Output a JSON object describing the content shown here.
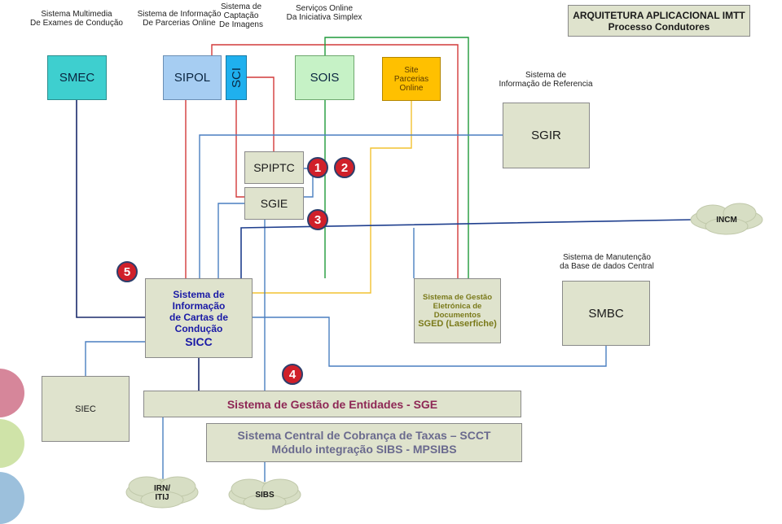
{
  "title": {
    "line1": "ARQUITETURA APLICACIONAL IMTT",
    "line2": "Processo Condutores"
  },
  "header_labels": {
    "multimedia": "Sistema Multimedia\nDe Exames de Condução",
    "parcerias": "Sistema de Informação\nDe Parcerias Online",
    "captacao": "Sistema de\nCaptação\nDe Imagens",
    "servicos": "Serviços Online\nDa Iniciativa Simplex",
    "referencia": "Sistema de\nInformação de Referencia",
    "manutencao": "Sistema de Manutenção\nda Base de dados Central"
  },
  "systems": {
    "smec": "SMEC",
    "sipol": "SIPOL",
    "sci": "SCI",
    "sois": "SOIS",
    "site": "Site\nParcerias\nOnline",
    "sgir": "SGIR",
    "spiptc": "SPIPTC",
    "sgie": "SGIE",
    "incm": "INCM",
    "sicc_line1": "Sistema de Informação",
    "sicc_line2": "de Cartas de Condução",
    "sicc_line3": "SICC",
    "sged_line1": "Sistema de Gestão",
    "sged_line2": "Eletrónica de",
    "sged_line3": "Documentos",
    "sged_line4": "SGED (Laserfiche)",
    "smbc": "SMBC",
    "siec": "SIEC",
    "sge": "Sistema de Gestão de Entidades - SGE",
    "scct_line1": "Sistema Central de Cobrança de Taxas – SCCT",
    "scct_line2": "Módulo integração SIBS - MPSIBS",
    "irn": "IRN/\nITIJ",
    "sibs": "SIBS"
  },
  "markers": [
    "1",
    "2",
    "3",
    "4",
    "5"
  ],
  "colors": {
    "red_line": "#d23a3a",
    "green_line": "#1f9a3a",
    "blue_line": "#4a7fc0",
    "navy_line": "#1a2a6b",
    "yellow_line": "#f2c230",
    "box_fill": "#dfe3cd",
    "marker": "#d0202a"
  }
}
